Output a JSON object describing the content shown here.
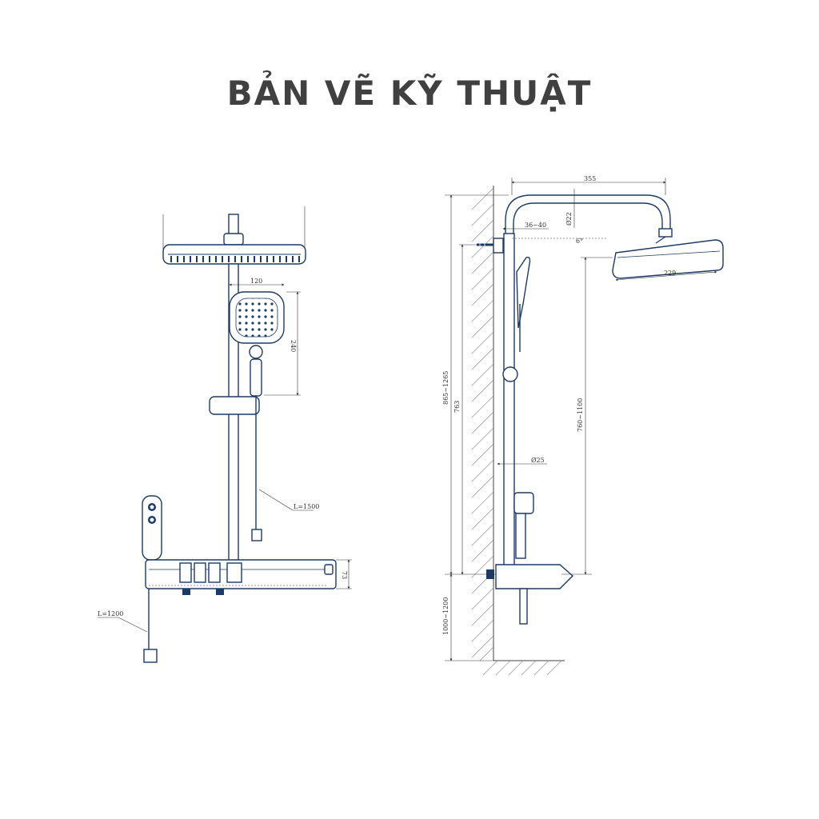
{
  "title": "BẢN VẼ KỸ THUẬT",
  "front_view": {
    "dim_handshower_width": "120",
    "dim_handshower_height": "240",
    "dim_hose_length": "L=1500",
    "dim_mixer_height": "73",
    "dim_lower_hose_length": "L=1200"
  },
  "side_view": {
    "dim_arm_length": "355",
    "dim_arm_diameter": "Ø22",
    "dim_wall_offset": "36~40",
    "dim_angle": "6°",
    "dim_head_width": "229",
    "dim_total_height": "865~1265",
    "dim_bar_height": "763",
    "dim_head_height": "760~1100",
    "dim_bar_diameter": "Ø25",
    "dim_floor_height": "1000~1200"
  },
  "colors": {
    "outline": "#1c3a66",
    "title": "#404040",
    "dimension": "#333333"
  }
}
